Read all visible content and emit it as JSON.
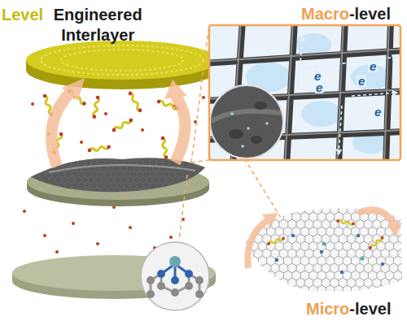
{
  "diagram": {
    "labels": [
      "Level",
      "Engineered Interlayer",
      "Macro",
      "-level",
      "Micro",
      "-level",
      "e",
      "e",
      "e",
      "e",
      "e"
    ]
  }
}
